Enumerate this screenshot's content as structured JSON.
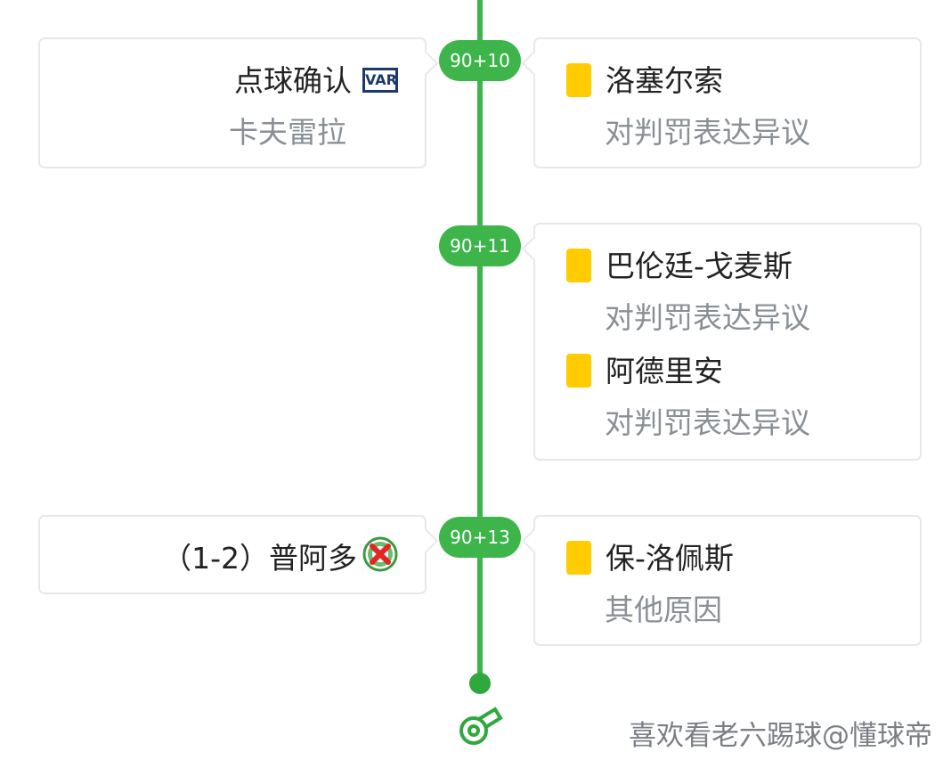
{
  "events": [
    {
      "minute": "90+10",
      "left": {
        "title": "点球确认",
        "badge": "VAR",
        "sub": "卡夫雷拉"
      },
      "right": [
        {
          "player": "洛塞尔索",
          "reason": "对判罚表达异议"
        }
      ]
    },
    {
      "minute": "90+11",
      "right": [
        {
          "player": "巴伦廷-戈麦斯",
          "reason": "对判罚表达异议"
        },
        {
          "player": "阿德里安",
          "reason": "对判罚表达异议"
        }
      ]
    },
    {
      "minute": "90+13",
      "left": {
        "title": "（1-2）普阿多"
      },
      "right": [
        {
          "player": "保-洛佩斯",
          "reason": "其他原因"
        }
      ]
    }
  ],
  "watermark": "喜欢看老六踢球@懂球帝",
  "colors": {
    "accent": "#3db54a",
    "yellow_card": "#ffcc00"
  }
}
